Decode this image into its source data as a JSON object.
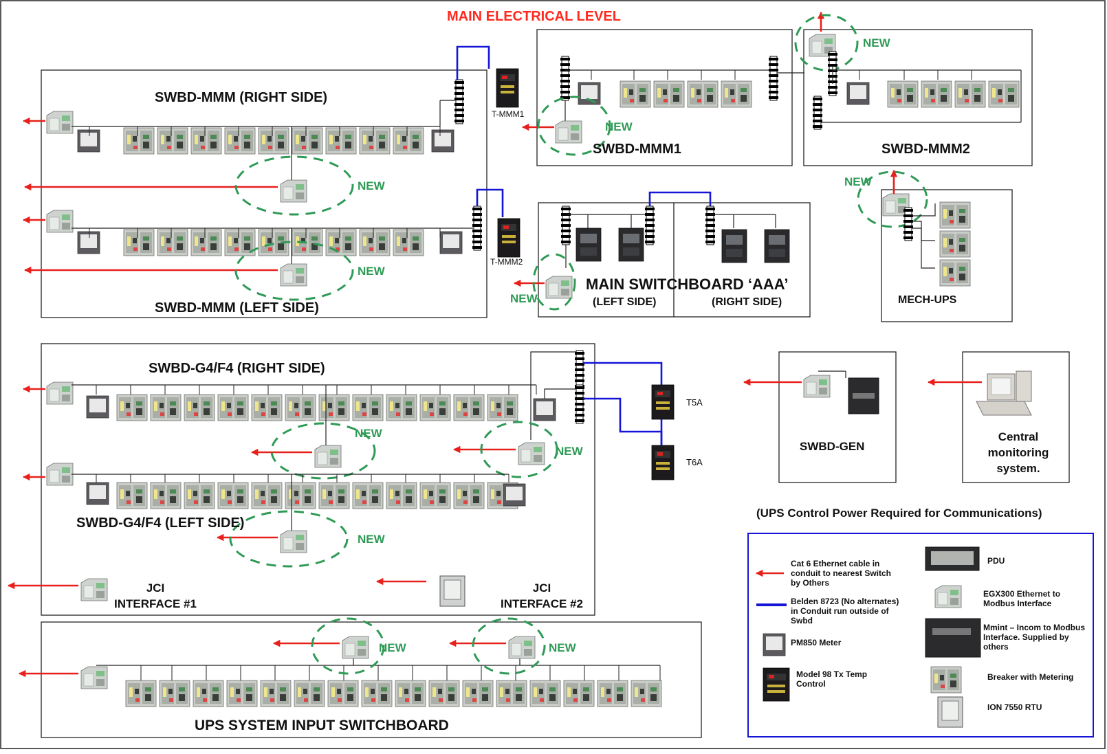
{
  "title": "MAIN ELECTRICAL LEVEL",
  "boards": {
    "mmm_right": "SWBD-MMM (RIGHT SIDE)",
    "mmm_left": "SWBD-MMM (LEFT SIDE)",
    "mmm1": "SWBD-MMM1",
    "mmm2": "SWBD-MMM2",
    "aaa_main": "MAIN SWITCHBOARD ‘AAA’",
    "aaa_left": "(LEFT SIDE)",
    "aaa_right": "(RIGHT SIDE)",
    "mech_ups": "MECH-UPS",
    "g4_right": "SWBD-G4/F4 (RIGHT SIDE)",
    "g4_left": "SWBD-G4/F4 (LEFT SIDE)",
    "gen": "SWBD-GEN",
    "central": [
      "Central",
      "monitoring",
      "system."
    ],
    "ups_input": "UPS SYSTEM INPUT SWITCHBOARD"
  },
  "transformers": {
    "t_mmm1": "T-MMM1",
    "t_mmm2": "T-MMM2",
    "t5a": "T5A",
    "t6a": "T6A"
  },
  "jci": {
    "jci1": [
      "JCI",
      "INTERFACE #1"
    ],
    "jci2": [
      "JCI",
      "INTERFACE #2"
    ]
  },
  "new_label": "NEW",
  "ups_note": "(UPS Control Power Required for Communications)",
  "legend": {
    "ethernet": [
      "Cat 6 Ethernet cable in",
      "conduit to nearest Switch",
      "by Others"
    ],
    "belden": [
      "Belden 8723 (No alternates)",
      "in Conduit run outside of",
      "Swbd"
    ],
    "pm850": "PM850 Meter",
    "model98": [
      "Model 98 Tx Temp",
      "Control"
    ],
    "pdu": "PDU",
    "egx300": [
      "EGX300 Ethernet to",
      "Modbus Interface"
    ],
    "mmint": [
      "Mmint – Incom to Modbus",
      "Interface. Supplied by",
      "others"
    ],
    "breaker": "Breaker with Metering",
    "ion": "ION 7550 RTU"
  },
  "colors": {
    "red": "#e8201b",
    "blue": "#1515d8",
    "green": "#2e9a55",
    "title_red": "#ff2a1f"
  }
}
